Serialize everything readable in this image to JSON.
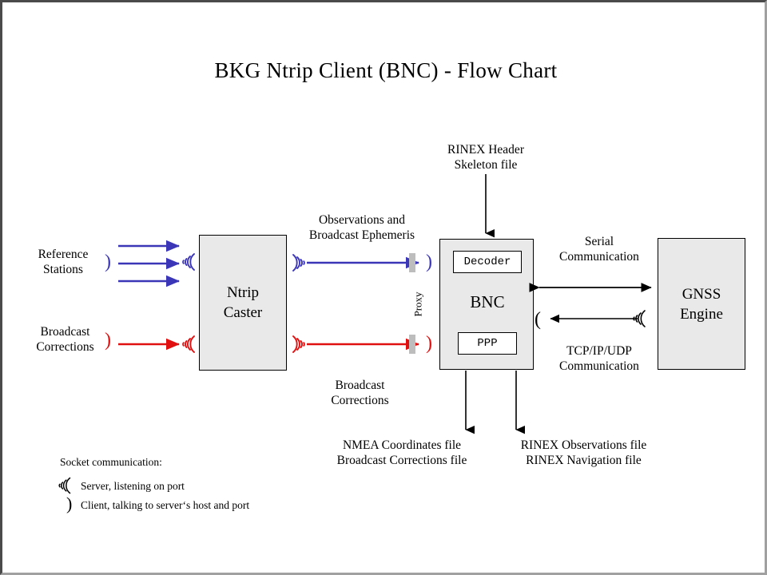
{
  "title": "BKG Ntrip Client (BNC)  -  Flow Chart",
  "colors": {
    "observation_stream": "#3B35B8",
    "correction_stream": "#E01010",
    "box_fill": "#e9e9e9",
    "outline": "#000000",
    "proxy_bar": "#bdbdbd",
    "frame_dark": "#4a4a4a",
    "frame_light": "#a0a0a0",
    "canvas": "#ffffff"
  },
  "nodes": {
    "reference_stations": {
      "label_line1": "Reference",
      "label_line2": "Stations"
    },
    "broadcast_corrections_source": {
      "label_line1": "Broadcast",
      "label_line2": "Corrections"
    },
    "ntrip_caster": {
      "label_line1": "Ntrip",
      "label_line2": "Caster"
    },
    "bnc": {
      "label": "BNC",
      "decoder_label": "Decoder",
      "ppp_label": "PPP"
    },
    "gnss_engine": {
      "label_line1": "GNSS",
      "label_line2": "Engine"
    },
    "proxy": {
      "label": "Proxy"
    }
  },
  "edge_labels": {
    "observations": {
      "line1": "Observations and",
      "line2": "Broadcast Ephemeris"
    },
    "corrections": {
      "line1": "Broadcast",
      "line2": "Corrections"
    },
    "rinex_header": {
      "line1": "RINEX Header",
      "line2": "Skeleton file"
    },
    "serial": {
      "line1": "Serial",
      "line2": "Communication"
    },
    "tcpip": {
      "line1": "TCP/IP/UDP",
      "line2": "Communication"
    }
  },
  "outputs": {
    "left": {
      "line1": "NMEA Coordinates file",
      "line2": "Broadcast Corrections file"
    },
    "right": {
      "line1": "RINEX Observations file",
      "line2": "RINEX Navigation file"
    }
  },
  "legend": {
    "heading": "Socket communication:",
    "server": {
      "icon": "server-listening-icon",
      "text": "Server, listening  on port"
    },
    "client": {
      "icon": "client-socket-icon",
      "text": "Client, talking to server‘s host and port"
    }
  }
}
